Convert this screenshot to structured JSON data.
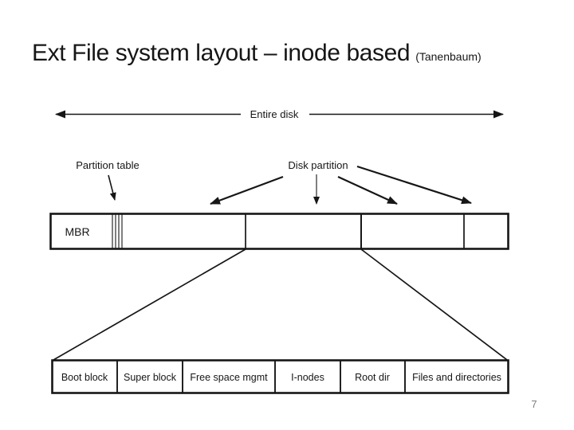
{
  "slide": {
    "title": "Ext File system layout – inode based",
    "title_suffix": "(Tanenbaum)",
    "page_number": "7",
    "background_color": "#ffffff",
    "ink_color": "#161616",
    "page_number_color": "#7d7d7d"
  },
  "diagram": {
    "entire_disk_label": "Entire disk",
    "partition_table_label": "Partition table",
    "disk_partition_label": "Disk partition",
    "mbr_label": "MBR",
    "bottom_cells": [
      {
        "label": "Boot block"
      },
      {
        "label": "Super block"
      },
      {
        "label": "Free space mgmt"
      },
      {
        "label": "I-nodes"
      },
      {
        "label": "Root dir"
      },
      {
        "label": "Files and directories"
      }
    ]
  }
}
